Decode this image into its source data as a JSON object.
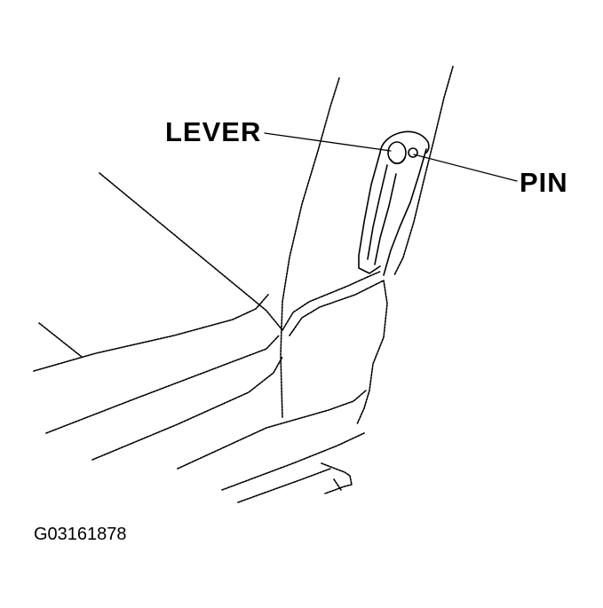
{
  "callouts": {
    "lever": "LEVER",
    "pin": "PIN"
  },
  "figure_id": "G03161878",
  "colors": {
    "line": "#000000",
    "background": "#ffffff"
  }
}
